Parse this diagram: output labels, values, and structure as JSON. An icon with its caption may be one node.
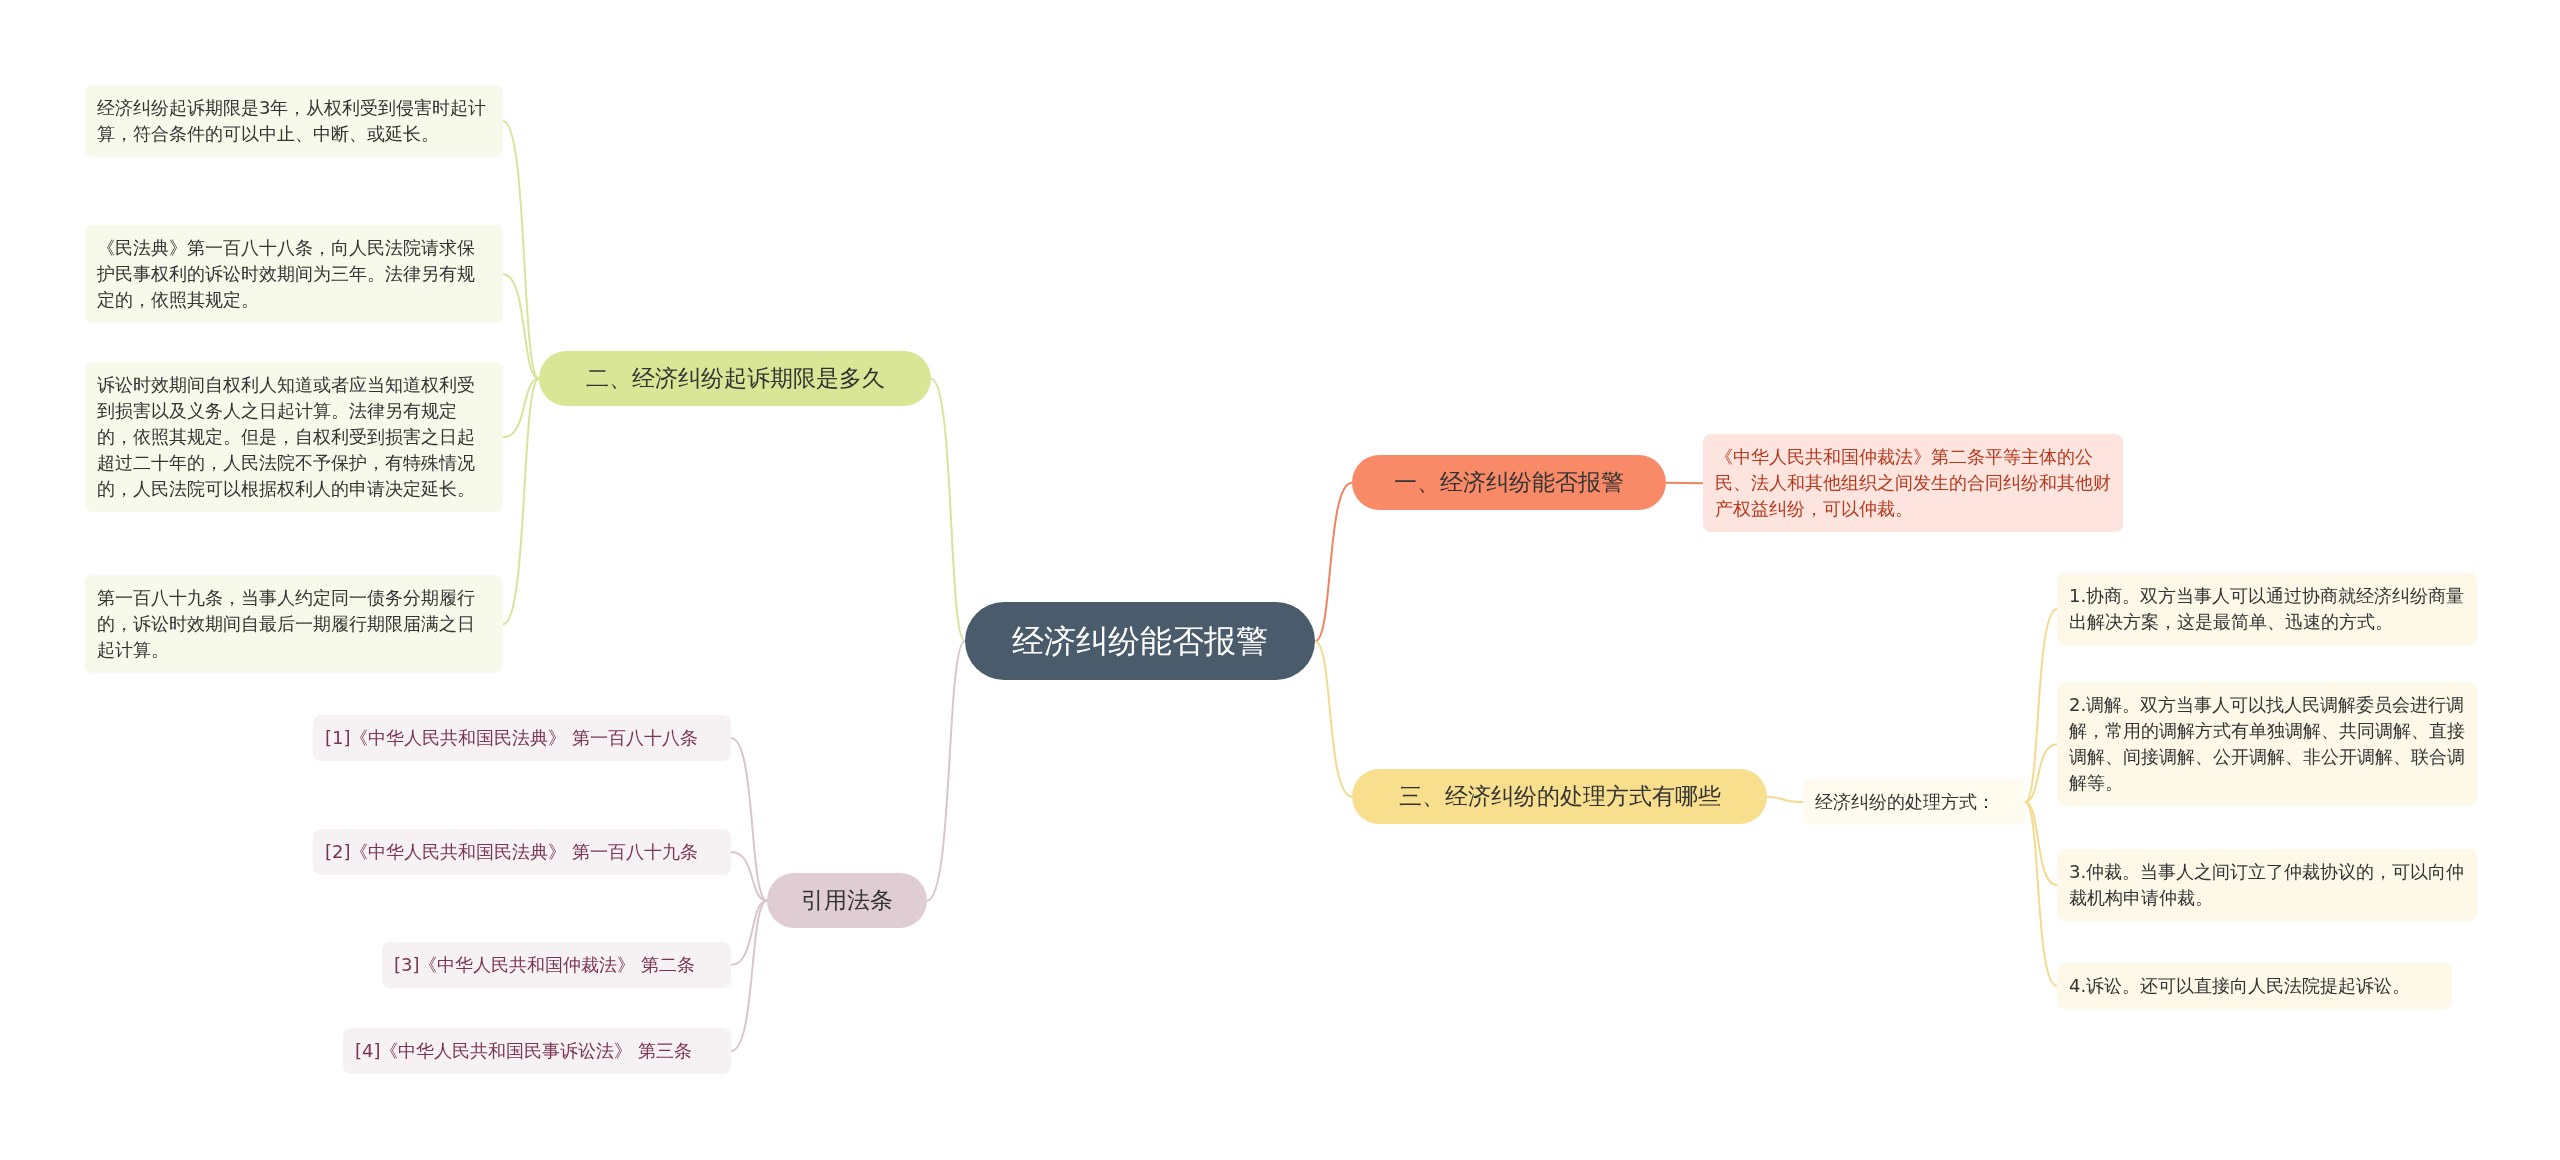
{
  "diagram": {
    "nodes": [
      {
        "text": [
          "经济纠纷能否报警"
        ]
      },
      {
        "text": [
          "一、经济纠纷能否报警"
        ]
      },
      {
        "text": [
          "《中华人民共和国仲裁法》第二条平等主体的公民、法人和其他组织之间发生的合同纠纷和其他财产权益纠纷，可以仲裁。"
        ]
      },
      {
        "text": [
          "二、经济纠纷起诉期限是多久"
        ]
      },
      {
        "text": [
          "经济纠纷起诉期限是3年，从权利受到侵害时起计算，符合条件的可以中止、中断、或延长。"
        ]
      },
      {
        "text": [
          "《民法典》第一百八十八条，向人民法院请求保护民事权利的诉讼时效期间为三年。法律另有规定的，依照其规定。"
        ]
      },
      {
        "text": [
          "诉讼时效期间自权利人知道或者应当知道权利受到损害以及义务人之日起计算。法律另有规定的，依照其规定。但是，自权利受到损害之日起超过二十年的，人民法院不予保护，有特殊情况的，人民法院可以根据权利人的申请决定延长。"
        ]
      },
      {
        "text": [
          "第一百八十九条，当事人约定同一债务分期履行的，诉讼时效期间自最后一期履行期限届满之日起计算。"
        ]
      },
      {
        "text": [
          "三、经济纠纷的处理方式有哪些"
        ]
      },
      {
        "text": [
          "经济纠纷的处理方式："
        ]
      },
      {
        "text": [
          "1.协商。双方当事人可以通过协商就经济纠纷商量出解决方案，这是最简单、迅速的方式。"
        ]
      },
      {
        "text": [
          "2.调解。双方当事人可以找人民调解委员会进行调解，常用的调解方式有单独调解、共同调解、直接调解、间接调解、公开调解、非公开调解、联合调解等。"
        ]
      },
      {
        "text": [
          "3.仲裁。当事人之间订立了仲裁协议的，可以向仲裁机构申请仲裁。"
        ]
      },
      {
        "text": [
          "4.诉讼。还可以直接向人民法院提起诉讼。"
        ]
      },
      {
        "text": [
          "引用法条"
        ]
      },
      {
        "text": [
          "[1]《中华人民共和国民法典》 第一百八十八条"
        ]
      },
      {
        "text": [
          "[2]《中华人民共和国民法典》 第一百八十九条"
        ]
      },
      {
        "text": [
          "[3]《中华人民共和国仲裁法》 第二条"
        ]
      },
      {
        "text": [
          "[4]《中华人民共和国民事诉讼法》 第三条"
        ]
      }
    ],
    "edges": [
      {
        "from": 0,
        "to": 1,
        "arrow": "none",
        "color": "#f0845e"
      },
      {
        "from": 1,
        "to": 2,
        "arrow": "none",
        "color": "#f0845e"
      },
      {
        "from": 0,
        "to": 3,
        "arrow": "none",
        "color": "#d6e49c"
      },
      {
        "from": 3,
        "to": 4,
        "arrow": "none",
        "color": "#d6e49c"
      },
      {
        "from": 3,
        "to": 5,
        "arrow": "none",
        "color": "#d6e49c"
      },
      {
        "from": 3,
        "to": 6,
        "arrow": "none",
        "color": "#d6e49c"
      },
      {
        "from": 3,
        "to": 7,
        "arrow": "none",
        "color": "#d6e49c"
      },
      {
        "from": 0,
        "to": 8,
        "arrow": "none",
        "color": "#f3da8e"
      },
      {
        "from": 8,
        "to": 9,
        "arrow": "none",
        "color": "#f3da8e"
      },
      {
        "from": 9,
        "to": 10,
        "arrow": "none",
        "color": "#f3da8e"
      },
      {
        "from": 9,
        "to": 11,
        "arrow": "none",
        "color": "#f3da8e"
      },
      {
        "from": 9,
        "to": 12,
        "arrow": "none",
        "color": "#f3da8e"
      },
      {
        "from": 9,
        "to": 13,
        "arrow": "none",
        "color": "#f3da8e"
      },
      {
        "from": 0,
        "to": 14,
        "arrow": "none",
        "color": "#d9c6cd"
      },
      {
        "from": 14,
        "to": 15,
        "arrow": "none",
        "color": "#d9c6cd"
      },
      {
        "from": 14,
        "to": 16,
        "arrow": "none",
        "color": "#d9c6cd"
      },
      {
        "from": 14,
        "to": 17,
        "arrow": "none",
        "color": "#d9c6cd"
      },
      {
        "from": 14,
        "to": 18,
        "arrow": "none",
        "color": "#d9c6cd"
      }
    ]
  }
}
